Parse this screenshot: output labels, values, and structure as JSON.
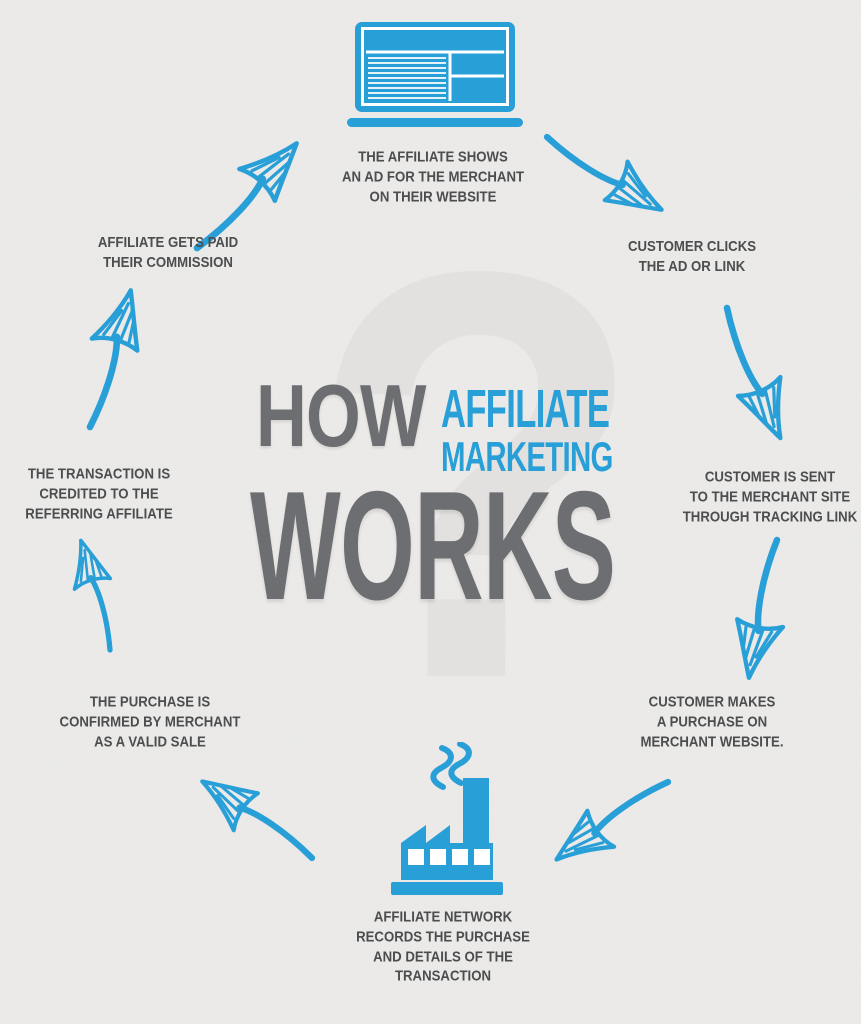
{
  "colors": {
    "background": "#ecebe9",
    "accent_blue": "#299fd8",
    "title_gray": "#6d6e71",
    "caption_gray": "#4c4d4f",
    "watermark_gray": "#e2e1df"
  },
  "title": {
    "word_how": "HOW",
    "word_affiliate": "AFFILIATE",
    "word_marketing": "MARKETING",
    "word_works": "WORKS",
    "watermark": "?"
  },
  "steps": [
    {
      "name": "affiliate-shows-ad",
      "icon": "laptop-browser-icon",
      "label": "THE AFFILIATE SHOWS\nAN AD FOR THE MERCHANT\nON THEIR WEBSITE"
    },
    {
      "name": "customer-clicks",
      "label": "CUSTOMER CLICKS\nTHE AD OR LINK"
    },
    {
      "name": "customer-sent-to-merchant",
      "label": "CUSTOMER IS SENT\nTO THE MERCHANT SITE\nTHROUGH TRACKING LINK"
    },
    {
      "name": "customer-makes-purchase",
      "label": "CUSTOMER MAKES\nA PURCHASE ON\nMERCHANT WEBSITE."
    },
    {
      "name": "network-records-purchase",
      "icon": "factory-icon",
      "label": "AFFILIATE NETWORK\nRECORDS THE PURCHASE\nAND DETAILS OF THE\nTRANSACTION"
    },
    {
      "name": "purchase-confirmed",
      "label": "THE PURCHASE IS\nCONFIRMED BY MERCHANT\nAS A VALID SALE"
    },
    {
      "name": "transaction-credited",
      "label": "THE TRANSACTION IS\nCREDITED TO THE\nREFERRING AFFILIATE"
    },
    {
      "name": "affiliate-gets-paid",
      "label": "AFFILIATE GETS PAID\nTHEIR COMMISSION"
    }
  ]
}
